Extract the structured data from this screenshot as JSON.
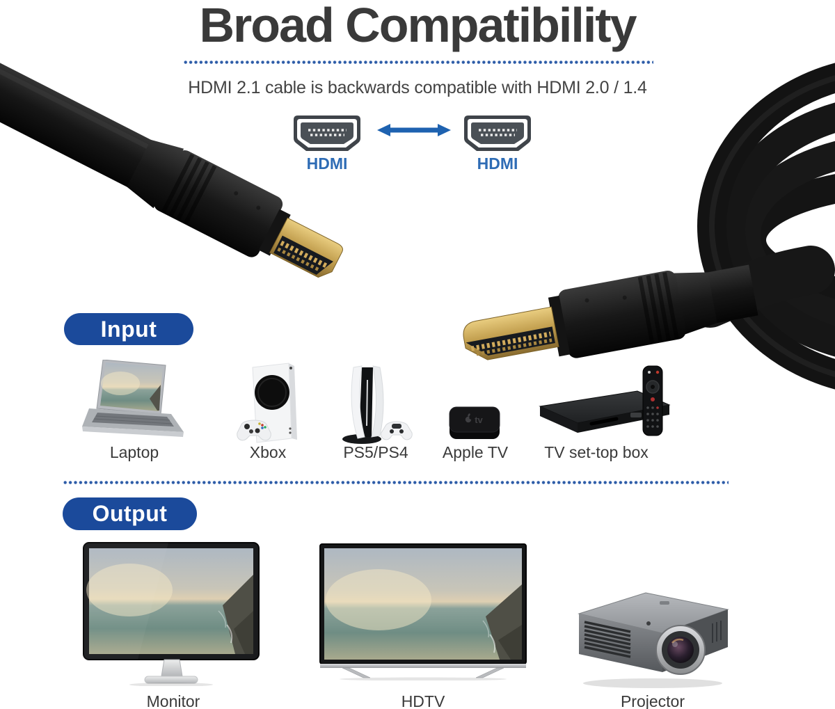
{
  "header": {
    "title": "Broad Compatibility",
    "subtitle": "HDMI 2.1 cable is backwards compatible with HDMI 2.0 / 1.4"
  },
  "compat": {
    "left_port_label": "HDMI",
    "right_port_label": "HDMI"
  },
  "input_section": {
    "badge": "Input",
    "apple_tv_logo": "tv",
    "devices": [
      {
        "name": "laptop",
        "label": "Laptop"
      },
      {
        "name": "xbox",
        "label": "Xbox"
      },
      {
        "name": "ps5-ps4",
        "label": "PS5/PS4"
      },
      {
        "name": "apple-tv",
        "label": "Apple TV"
      },
      {
        "name": "tv-set-top-box",
        "label": "TV set-top box"
      }
    ]
  },
  "output_section": {
    "badge": "Output",
    "devices": [
      {
        "name": "monitor",
        "label": "Monitor"
      },
      {
        "name": "hdtv",
        "label": "HDTV"
      },
      {
        "name": "projector",
        "label": "Projector"
      }
    ]
  },
  "colors": {
    "badge_blue": "#1b4a9b",
    "hdmi_label_blue": "#2e6cb5",
    "arrow_blue": "#1e62b0",
    "divider_dot_blue": "#2d5ca8",
    "title_color": "#3a3a3a",
    "device_label_color": "#3a3a3a"
  }
}
